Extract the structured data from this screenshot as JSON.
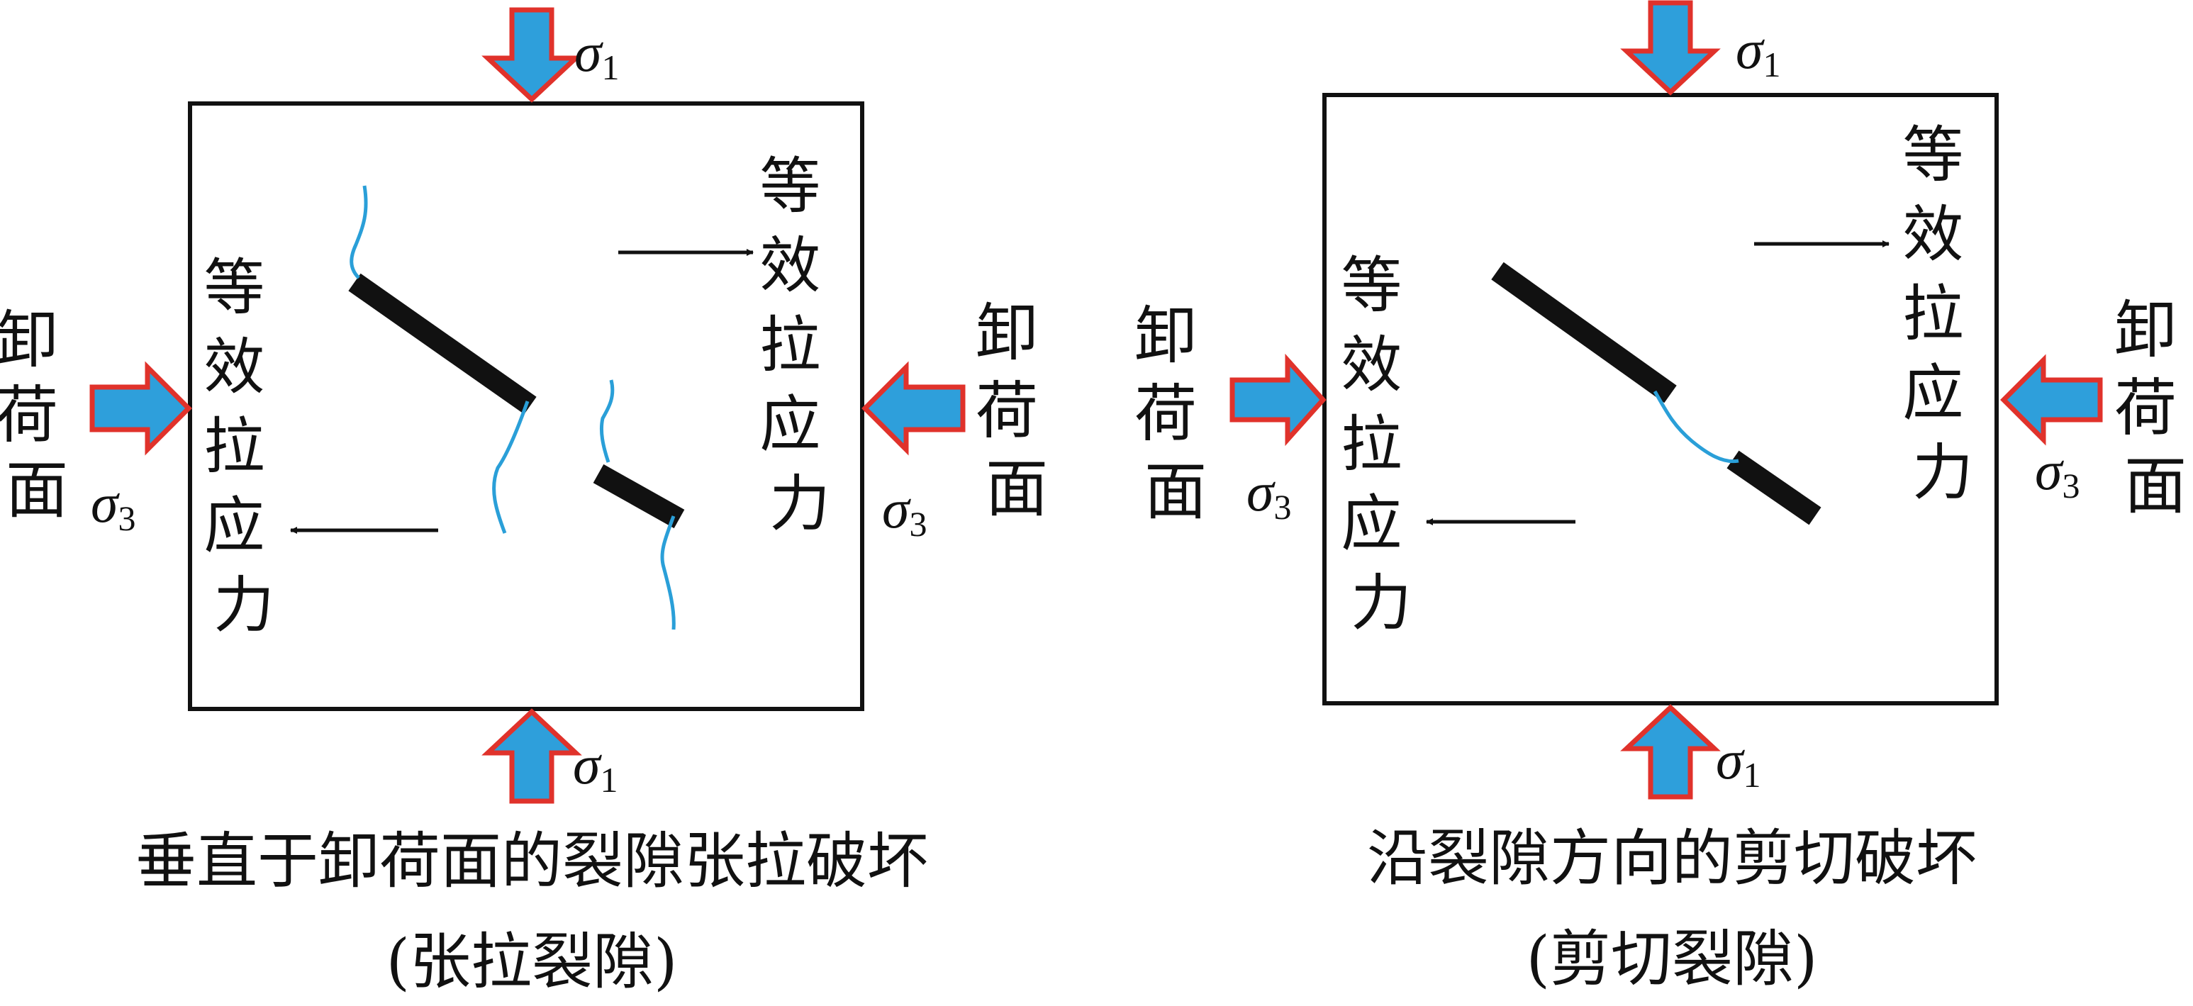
{
  "colors": {
    "arrow_fill": "#2E9FDB",
    "arrow_stroke": "#E0322B",
    "crack_color": "#2A9FD8",
    "joint_color": "#111111",
    "frame_color": "#111111",
    "text_color": "#111111"
  },
  "panels": [
    {
      "id": "tension",
      "sigma1": "σ",
      "sigma1_sub": "1",
      "sigma3": "σ",
      "sigma3_sub": "3",
      "unloading_face": "卸荷面",
      "equivalent_tensile_stress": "等效拉应力",
      "caption_line1": "垂直于卸荷面的裂隙张拉破坏",
      "caption_line2": "(张拉裂隙)"
    },
    {
      "id": "shear",
      "sigma1": "σ",
      "sigma1_sub": "1",
      "sigma3": "σ",
      "sigma3_sub": "3",
      "unloading_face": "卸荷面",
      "equivalent_tensile_stress": "等效拉应力",
      "caption_line1": "沿裂隙方向的剪切破坏",
      "caption_line2": "(剪切裂隙)"
    }
  ]
}
